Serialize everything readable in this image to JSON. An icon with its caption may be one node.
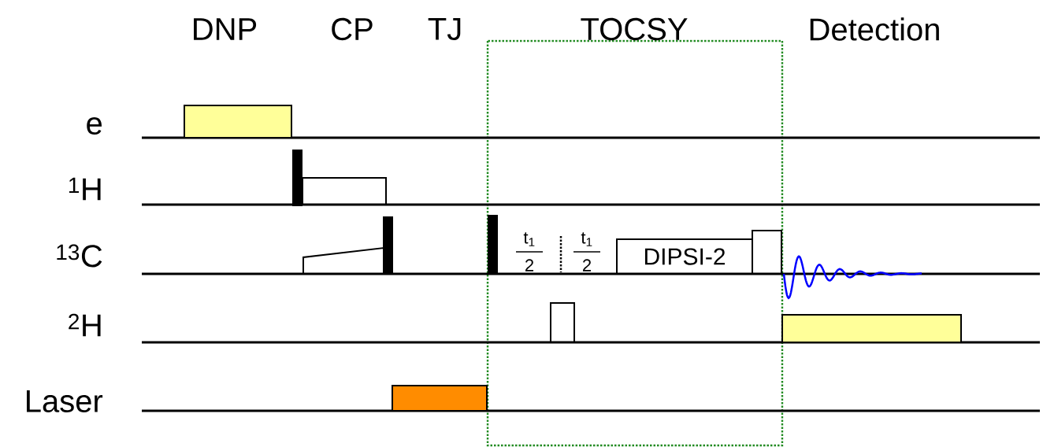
{
  "diagram": {
    "nodes": [
      {
        "text": [
          "DIPSI-2"
        ]
      }
    ],
    "labels": [
      "DNP",
      "CP",
      "TJ",
      "TOCSY",
      "Detection",
      "e",
      "$^{1}$H",
      "$^{13}$C",
      "t$_{1}$",
      "2",
      "t$_{1}$",
      "2",
      "$^{2}$H",
      "Laser"
    ]
  }
}
